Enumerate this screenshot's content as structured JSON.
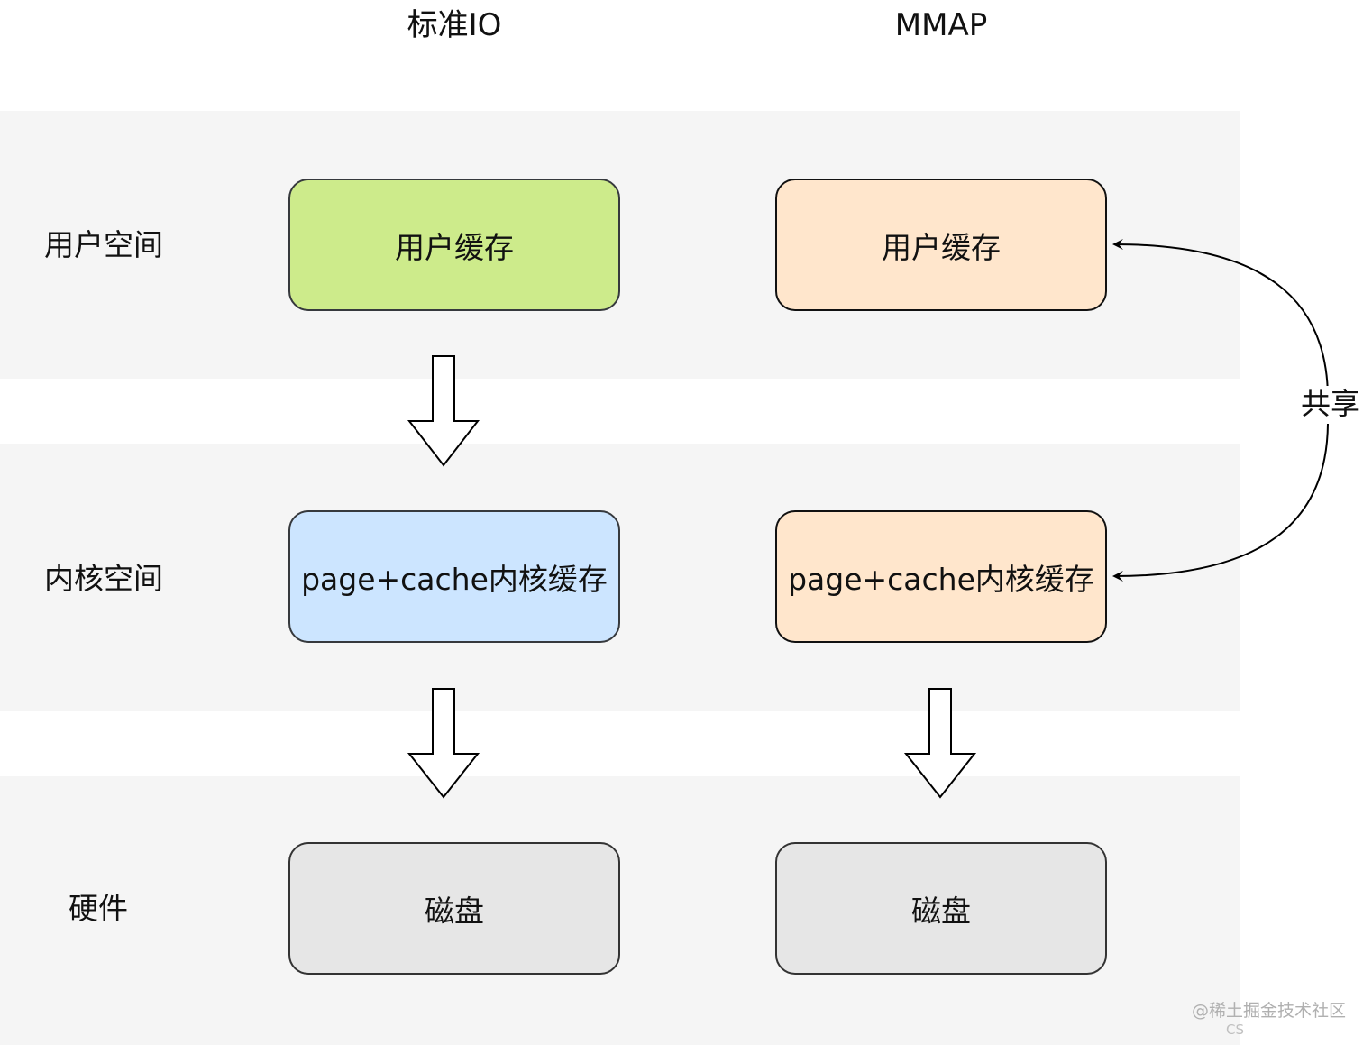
{
  "columns": {
    "standard_io": "标准IO",
    "mmap": "MMAP"
  },
  "rows": {
    "user_space": "用户空间",
    "kernel_space": "内核空间",
    "hardware": "硬件"
  },
  "boxes": {
    "std_user_buffer": "用户缓存",
    "std_page_cache": "page+cache内核缓存",
    "std_disk": "磁盘",
    "mmap_user_buffer": "用户缓存",
    "mmap_page_cache": "page+cache内核缓存",
    "mmap_disk": "磁盘"
  },
  "share_label": "共享",
  "watermark": {
    "line1": "@稀土掘金技术社区",
    "line2": "CS"
  },
  "colors": {
    "band": "#f5f5f5",
    "std_user_fill": "#cdeb8b",
    "std_cache_fill": "#cce5ff",
    "mmap_fill": "#ffe6cc",
    "disk_fill": "#e6e6e6"
  }
}
